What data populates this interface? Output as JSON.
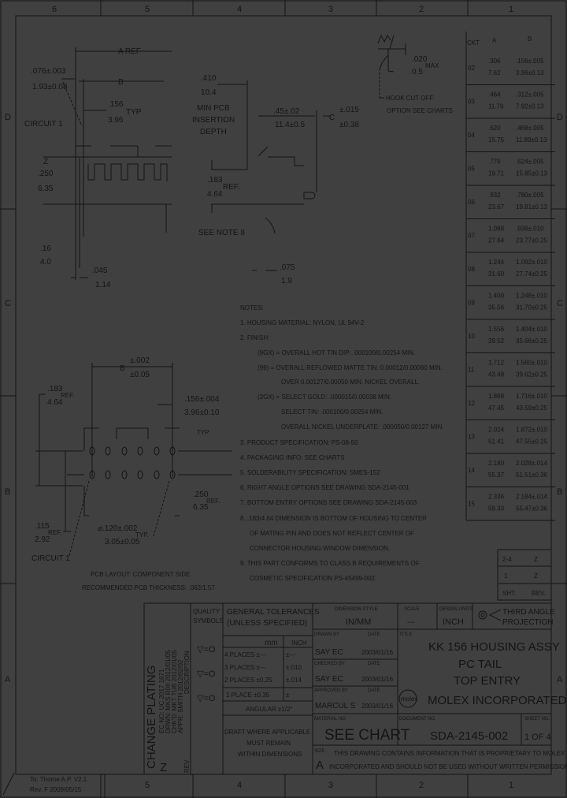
{
  "frame": {
    "columns": [
      "6",
      "5",
      "4",
      "3",
      "2",
      "1"
    ],
    "rows": [
      "D",
      "C",
      "B",
      "A"
    ]
  },
  "top_view": {
    "a_ref": "A REF",
    "d1_top": ".076±.003",
    "d1_bot": "1.93±0.08",
    "b": "B",
    "pitch_top": ".156",
    "pitch_bot": "3.96",
    "pitch_typ": "TYP",
    "circuit1": "CIRCUIT 1",
    "z": "Z",
    "h_top": ".250",
    "h_bot": "6.35",
    "tail_top": ".16",
    "tail_bot": "4.0",
    "pin_top": ".045",
    "pin_bot": "1.14"
  },
  "side_view": {
    "ins_top": ".410",
    "ins_bot": "10.4",
    "ins_l1": "MIN PCB",
    "ins_l2": "INSERTION",
    "ins_l3": "DEPTH",
    "w_top": ".45±.02",
    "w_bot": "11.4±0.5",
    "c": "C",
    "c_top": "±.015",
    "c_bot": "±0.38",
    "ref_top": ".183",
    "ref_bot": "4.64",
    "ref": "REF.",
    "see_note": "SEE NOTE 8",
    "peg_top": ".075",
    "peg_bot": "1.9"
  },
  "hook_detail": {
    "top": ".020",
    "bot": "0.5",
    "max": "MAX",
    "l1": "HOOK CUT OFF",
    "l2": "OPTION SEE CHARTS"
  },
  "pcb_layout": {
    "b": "B",
    "b_top": "±.002",
    "b_bot": "±0.05",
    "ref1_top": ".183",
    "ref1_bot": "4.64",
    "ref": "REF.",
    "pitch_top": ".156±.004",
    "pitch_bot": "3.96±0.10",
    "typ": "TYP",
    "ref2_top": ".250",
    "ref2_bot": "6.35",
    "ref3_top": ".115",
    "ref3_bot": "2.92",
    "hole_top": "⌀.120±.002",
    "hole_bot": "3.05±0.05",
    "hole_typ": "TYP.",
    "circuit1": "CIRCUIT 1",
    "caption1": "PCB LAYOUT: COMPONENT SIDE",
    "caption2": "RECOMMENDED PCB THICKNESS: .062/1.57"
  },
  "notes": [
    "NOTES:",
    "1. HOUSING MATERIAL: NYLON, UL 94V-2",
    "2. FINISH:",
    "(9GX) = OVERALL HOT TIN DIP: .000100/0.00254 MIN.",
    "(99) = OVERALL REFLOWED MATTE TIN: 0.00012/0.00060 MIN.",
    "OVER 0.00127/0.00050 MIN. NICKEL OVERALL.",
    "(2GX) = SELECT GOLD: .000015/0.00038 MIN.",
    "SELECT TIN: .000100/0.00254 MIN.",
    "OVERALL NICKEL UNDERPLATE: .000050/0.00127 MIN.",
    "3. PRODUCT SPECIFICATION: PS-08-50",
    "4. PACKAGING INFO: SEE CHARTS",
    "5. SOLDERABILITY SPECIFICATION: SMES-152",
    "6. RIGHT ANGLE OPTIONS SEE DRAWING SDA-2145-001",
    "7. BOTTOM ENTRY OPTIONS SEE DRAWING SDA-2145-003",
    "8. .183/4.64 DIMENSION IS BOTTOM OF HOUSING TO CENTER",
    "OF MATING PIN AND DOES NOT REFLECT CENTER OF",
    "CONNECTOR HOUSING WINDOW DIMENSION.",
    "9. THIS PART CONFORMS TO CLASS B REQUIREMENTS OF",
    "COSMETIC SPECIFICATION PS-45499-002."
  ],
  "ckt_table": {
    "headers": [
      "CKT",
      "A",
      "B"
    ],
    "rows": [
      [
        "02",
        ".306",
        "7.62",
        ".156±.005",
        "3.96±0.13"
      ],
      [
        "03",
        ".464",
        "11.79",
        ".312±.005",
        "7.92±0.13"
      ],
      [
        "04",
        ".620",
        "15.75",
        ".468±.005",
        "11.89±0.13"
      ],
      [
        "05",
        ".776",
        "19.71",
        ".624±.005",
        "15.85±0.13"
      ],
      [
        "06",
        ".932",
        "23.67",
        ".780±.005",
        "19.81±0.13"
      ],
      [
        "07",
        "1.088",
        "27.64",
        ".936±.010",
        "23.77±0.25"
      ],
      [
        "08",
        "1.244",
        "31.60",
        "1.092±.010",
        "27.74±0.25"
      ],
      [
        "09",
        "1.400",
        "35.56",
        "1.248±.010",
        "31.70±0.25"
      ],
      [
        "10",
        "1.556",
        "39.52",
        "1.404±.010",
        "35.66±0.25"
      ],
      [
        "11",
        "1.712",
        "43.48",
        "1.560±.010",
        "39.62±0.25"
      ],
      [
        "12",
        "1.868",
        "47.45",
        "1.716±.010",
        "43.59±0.25"
      ],
      [
        "13",
        "2.024",
        "51.41",
        "1.872±.010",
        "47.55±0.25"
      ],
      [
        "14",
        "2.180",
        "55.37",
        "2.028±.014",
        "51.51±0.36"
      ],
      [
        "15",
        "2.336",
        "59.33",
        "2.184±.014",
        "55.47±0.36"
      ]
    ]
  },
  "sheet_rev": {
    "rows": [
      [
        "2-4",
        "Z"
      ],
      [
        "1",
        "Z"
      ]
    ],
    "sht_label": "SHT.",
    "rev_label": "REV."
  },
  "title_block": {
    "change_title": "CHANGE PLATING",
    "change_lines": [
      "EC NO: UC 2017 1871",
      "DRWN: MKS R0II  2012/01/05",
      "CHK'D: MKT TUB  2012/01/05",
      "APPR: SMITH  2012/02/02"
    ],
    "rev_letter": "Z",
    "rev_label": "REV",
    "desc_label": "DESCRIPTION",
    "quality_label1": "QUALITY",
    "quality_label2": "SYMBOLS",
    "quality_symbols": [
      "▽=O",
      "▽=O",
      "▽=O"
    ],
    "gt_title1": "GENERAL TOLERANCES",
    "gt_title2": "(UNLESS SPECIFIED)",
    "gt_mm": "mm",
    "gt_inch": "INCH",
    "gt_rows": [
      [
        "4 PLACES ±---",
        "±---"
      ],
      [
        "3 PLACES ±---",
        "±.010"
      ],
      [
        "2 PLACES ±0.25",
        "±.014"
      ],
      [
        "1 PLACE ±0.35",
        "±"
      ]
    ],
    "angular": "ANGULAR ±1/2°",
    "draft1": "DRAFT WHERE APPLICABLE",
    "draft2": "MUST REMAIN",
    "draft3": "WITHIN DIMENSIONS",
    "dim_style_label": "DIMENSION STYLE",
    "dim_style": "IN/MM",
    "scale_label": "SCALE",
    "scale": "---",
    "units_label": "DESIGN UNITS",
    "units": "INCH",
    "projection1": "THIRD ANGLE",
    "projection2": "PROJECTION",
    "drawn_label": "DRAWN BY",
    "drawn": "SAY EC",
    "checked_label": "CHECKED BY",
    "checked": "SAY EC",
    "approved_label": "APPROVED BY",
    "approved": "MARCUL S",
    "date_label": "DATE",
    "date": "2003/01/16",
    "material_label": "MATERIAL NO",
    "material": "SEE CHART",
    "title_label": "TITLE",
    "title1": "KK 156 HOUSING ASSY",
    "title2": "PC TAIL",
    "title3": "TOP ENTRY",
    "company": "MOLEX INCORPORATED",
    "logo": "molex",
    "doc_label": "DOCUMENT NO.",
    "doc_no": "SDA-2145-002",
    "sheet_label": "SHEET NO.",
    "sheet": "1 OF 4",
    "size_label": "SIZE",
    "size": "A",
    "proprietary1": "THIS DRAWING CONTAINS INFORMATION THAT IS PROPRIETARY TO MOLEX",
    "proprietary2": "INCORPORATED AND SHOULD NOT BE USED WITHOUT WRITTEN PERMISSION"
  },
  "footer": {
    "line1": "To: Thome A.P. V2.1",
    "line2": "Rev. F 2009/05/15"
  }
}
